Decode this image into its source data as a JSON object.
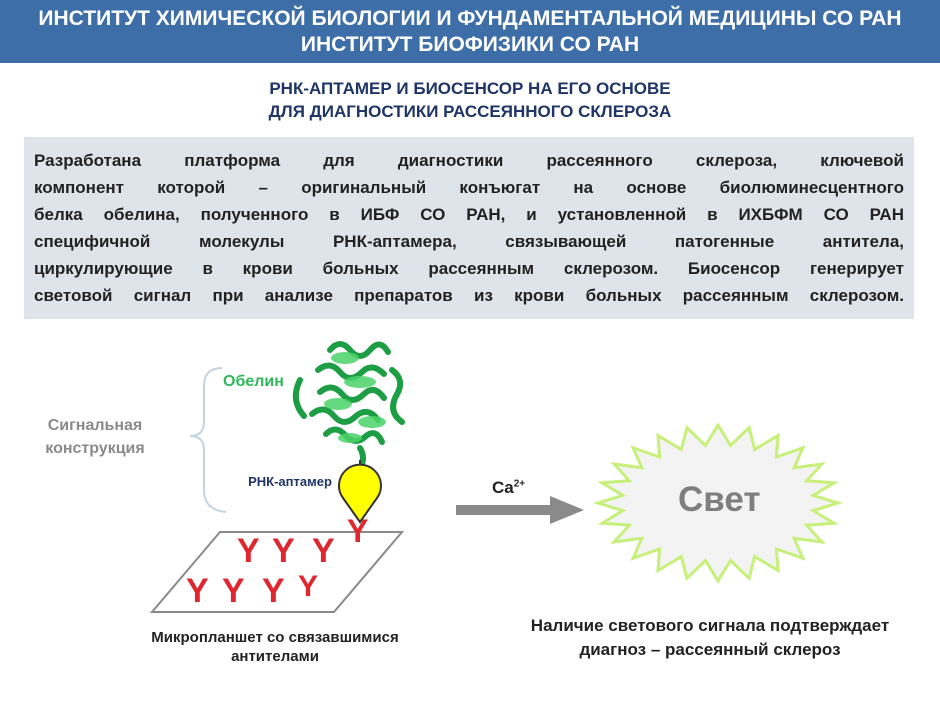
{
  "header": {
    "line1": "ИНСТИТУТ ХИМИЧЕСКОЙ БИОЛОГИИ И ФУНДАМЕНТАЛЬНОЙ МЕДИЦИНЫ СО РАН",
    "line2": "ИНСТИТУТ БИОФИЗИКИ СО РАН"
  },
  "subtitle": {
    "line1": "РНК-АПТАМЕР И БИОСЕНСОР НА ЕГО ОСНОВЕ",
    "line2": "ДЛЯ ДИАГНОСТИКИ РАССЕЯННОГО СКЛЕРОЗА"
  },
  "description": {
    "lines": [
      "Разработана платформа для диагностики рассеянного склероза, ключевой",
      "компонент которой – оригинальный конъюгат на основе биолюминесцентного",
      "белка обелина, полученного в ИБФ СО РАН, и установленной в ИХБФМ СО РАН",
      "специфичной молекулы РНК-аптамера, связывающей патогенные антитела,",
      "циркулирующие в крови больных рассеянным склерозом. Биосенсор генерирует",
      "световой сигнал при анализе препаратов из крови больных рассеянным склерозом."
    ]
  },
  "diagram": {
    "signal_construct_label": "Сигнальная конструкция",
    "obelin_label": "Обелин",
    "aptamer_label": "РНК-аптамер",
    "calcium_label": "Ca",
    "calcium_charge": "2+",
    "light_label": "Свет",
    "antibody_glyph": "Y",
    "plate_caption": "Микропланшет со связавшимися антителами",
    "result_caption": "Наличие светового сигнала подтверждает диагноз – рассеянный склероз"
  },
  "colors": {
    "header_bg": "#3d6ea8",
    "subtitle_text": "#1f3566",
    "infobox_bg": "#dfe4ea",
    "obelin_green": "#2eb85a",
    "aptamer_yellow": "#ffff00",
    "antibody_red": "#e0262e",
    "light_burst_fill": "#f3f3f3",
    "light_burst_stroke": "#c6f07a",
    "arrow_gray": "#8a8a8a",
    "muted_label": "#8a8a8a"
  }
}
